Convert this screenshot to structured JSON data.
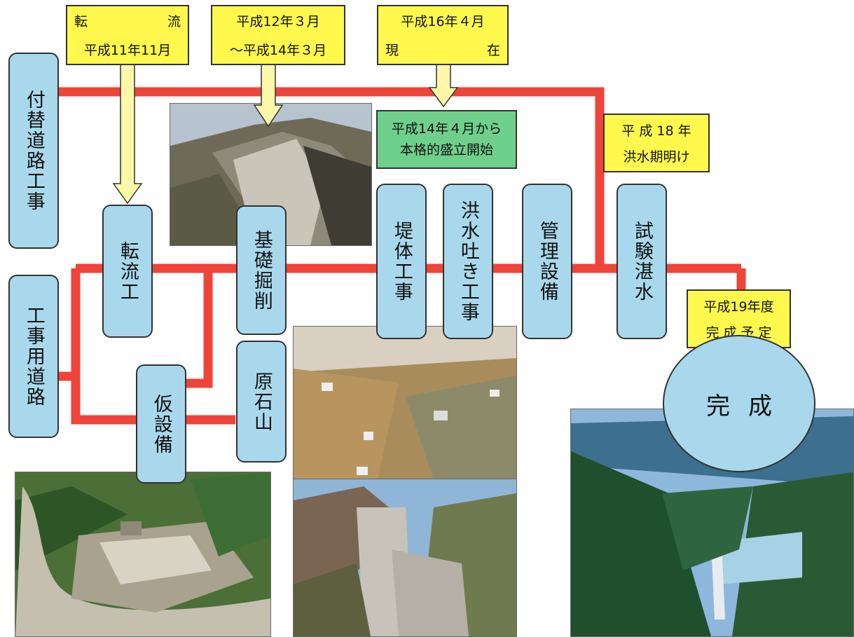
{
  "callouts": {
    "diversion": {
      "line1_left": "転",
      "line1_right": "流",
      "line2": "平成11年11月"
    },
    "excavation": {
      "line1": "平成12年３月",
      "line2": "～平成14年３月"
    },
    "present": {
      "line1": "平成16年４月",
      "line2_left": "現",
      "line2_right": "在"
    },
    "embankment": {
      "line1": "平成14年４月から",
      "line2": "本格的盛立開始"
    },
    "test": {
      "line1": "平 成 18 年",
      "line2": "洪水期明け"
    },
    "completion_date": {
      "line1": "平成19年度",
      "line2": "完 成 予 定"
    }
  },
  "steps": {
    "relocated_road": "付替道路工事",
    "construction_road": "工事用道路",
    "diversion_work": "転流工",
    "temporary_facilities": "仮設備",
    "foundation_excavation": "基礎掘削",
    "quarry": "原石山",
    "embankment_work": "堤体工事",
    "spillway_work": "洪水吐き工事",
    "control_facilities": "管理設備",
    "test_impounding": "試験湛水"
  },
  "completion": "完成",
  "colors": {
    "flow_line": "#f0433a",
    "step_fill": "#a9d8ec",
    "callout_fill": "#fff94d",
    "start_fill": "#6fd08c",
    "arrow_fill": "#fdf8a8"
  }
}
